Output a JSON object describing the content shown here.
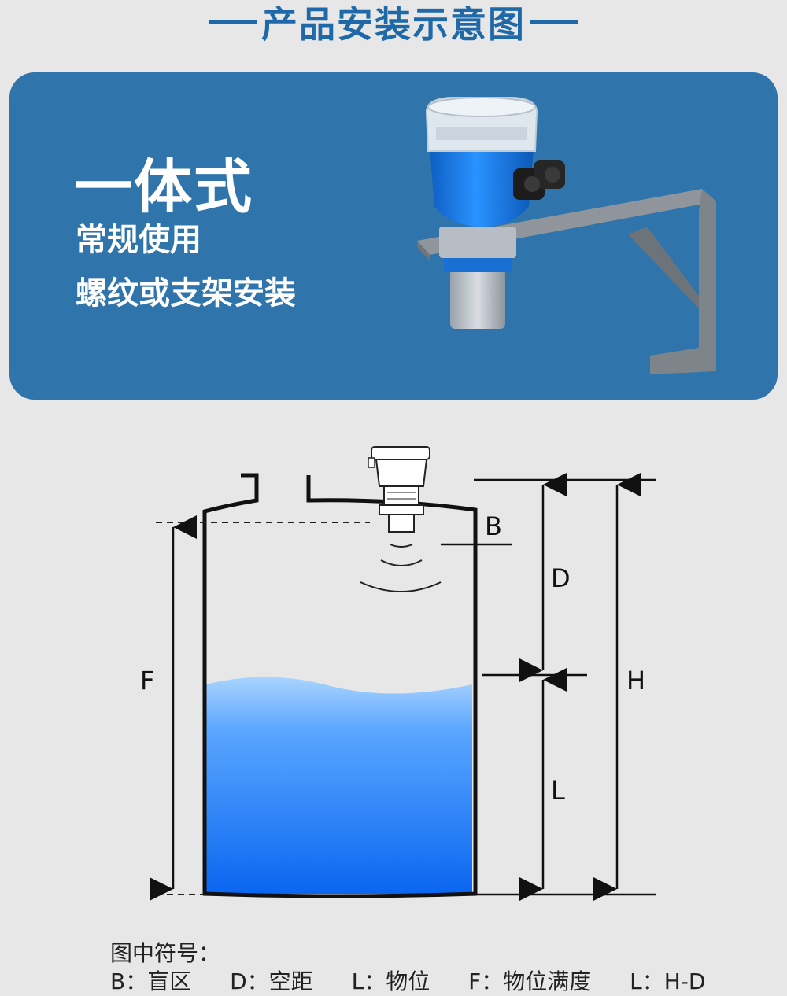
{
  "header": {
    "title": "产品安装示意图"
  },
  "panel": {
    "title": "一体式",
    "line1": "常规使用",
    "line2": "螺纹或支架安装"
  },
  "diagram": {
    "labels": {
      "B": "B",
      "D": "D",
      "F": "F",
      "H": "H",
      "L": "L"
    }
  },
  "legend": {
    "title": "图中符号：",
    "items": [
      "B：盲区",
      "D：空距",
      "L：物位",
      "F：物位满度",
      "L：H-D"
    ]
  },
  "colors": {
    "title_blue": "#1f69a8",
    "panel_blue": "#2f74ab",
    "sensor_blue": "#1a7fe0",
    "water_top": "#8ec5ff",
    "water_bottom": "#0a6af2"
  }
}
